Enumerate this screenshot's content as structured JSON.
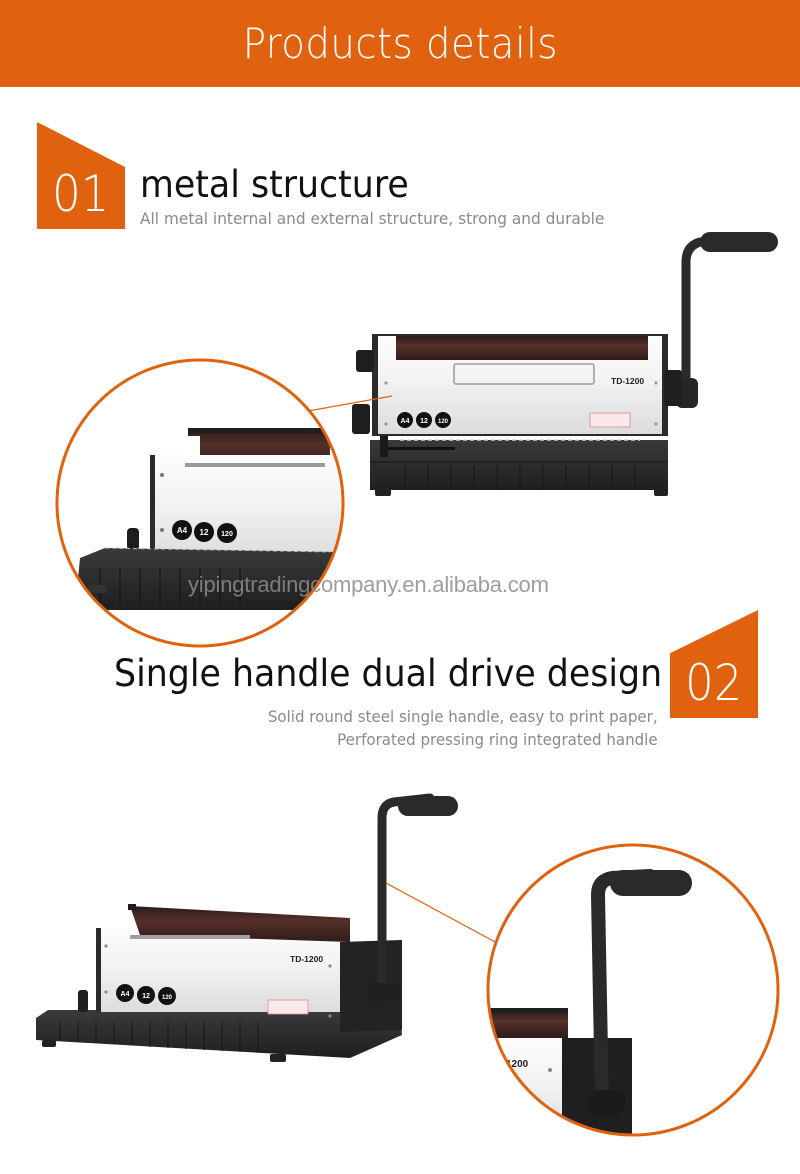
{
  "header": {
    "title": "Products details"
  },
  "colors": {
    "accent": "#e0620f",
    "title_text": "#111111",
    "sub_text": "#8a8a8a",
    "machine_body": "#2b2b2d",
    "brush": "#4a2a24"
  },
  "sections": [
    {
      "number": "01",
      "title": "metal structure",
      "subtitle": "All metal internal and external structure, strong and durable",
      "image": {
        "model": "TD-1200",
        "badges": [
          "A4",
          "12",
          "120"
        ],
        "detail_callout": "side-panel-zoom"
      }
    },
    {
      "number": "02",
      "title": "Single handle dual drive design",
      "subtitle_lines": [
        "Solid round steel single handle, easy to print paper,",
        "Perforated pressing ring integrated handle"
      ],
      "image": {
        "model": "TD-1200",
        "badges": [
          "A4",
          "12",
          "120"
        ],
        "detail_callout": "handle-zoom",
        "callout_model_text": "1200"
      }
    }
  ],
  "watermark": "yipingtradingcompany.en.alibaba.com"
}
